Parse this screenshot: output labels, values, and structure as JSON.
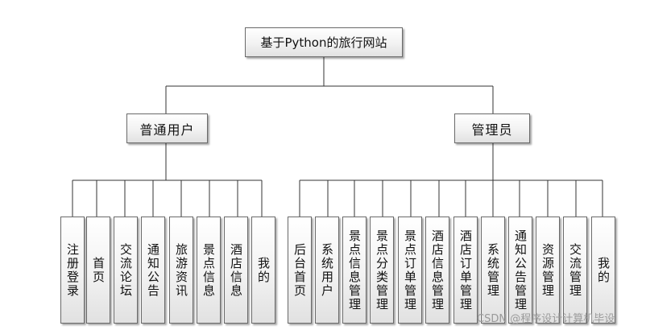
{
  "root": {
    "label": "基于Python的旅行网站"
  },
  "branches": [
    {
      "label": "普通用户",
      "leaves": [
        "注册登录",
        "首页",
        "交流论坛",
        "通知公告",
        "旅游资讯",
        "景点信息",
        "酒店信息",
        "我的"
      ]
    },
    {
      "label": "管理员",
      "leaves": [
        "后台首页",
        "系统用户",
        "景点信息管理",
        "景点分类管理",
        "景点订单管理",
        "酒店信息管理",
        "酒店订单管理",
        "系统管理",
        "通知公告管理",
        "资源管理",
        "交流管理",
        "我的"
      ]
    }
  ],
  "watermark": "CSDN @程序设计计算机毕设"
}
